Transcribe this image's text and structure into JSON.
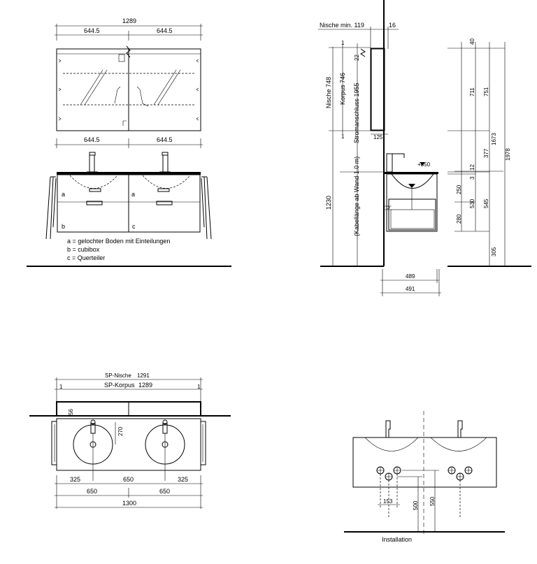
{
  "front": {
    "total": "1289",
    "half_left": "644.5",
    "half_right": "644.5",
    "lower_left": "644.5",
    "lower_right": "644.5",
    "legend_a": "a = gelochter Boden mit Einteilungen",
    "legend_b": "b = cubibox",
    "legend_c": "c = Querteiler",
    "label_a1": "a",
    "label_a2": "a",
    "label_b": "b",
    "label_c": "c"
  },
  "side": {
    "niche_min": "Nische min. 119",
    "d16": "16",
    "nische": "Nische 748",
    "korpus": "Korpus 746",
    "stromanschluss": "Stromanschluss 1955",
    "kabel": "(Kabellänge ab Wand 1.0 m)",
    "d1a": "1",
    "d1b": "1",
    "d22": "22",
    "d125": "125",
    "d850": "+850",
    "d1230": "1230",
    "d40": "40",
    "d711": "711",
    "d751": "751",
    "d377": "377",
    "d1673": "1673",
    "d1978": "1978",
    "d12": "12",
    "d3": "3",
    "d250": "250",
    "d530": "530",
    "d545": "545",
    "d280": "280",
    "d305": "305",
    "d489": "489",
    "d491": "491"
  },
  "plan": {
    "sp_nische": "SP-Nische",
    "d1291": "1291",
    "sp_korpus": "SP-Korpus",
    "d1289": "1289",
    "d1a": "1",
    "d1b": "1",
    "d56": "56",
    "d270": "270",
    "d325a": "325",
    "d650mid": "650",
    "d325b": "325",
    "d650a": "650",
    "d650b": "650",
    "d1300": "1300"
  },
  "install": {
    "title": "Installation",
    "d153": "153",
    "d500": "500",
    "d550": "550"
  }
}
